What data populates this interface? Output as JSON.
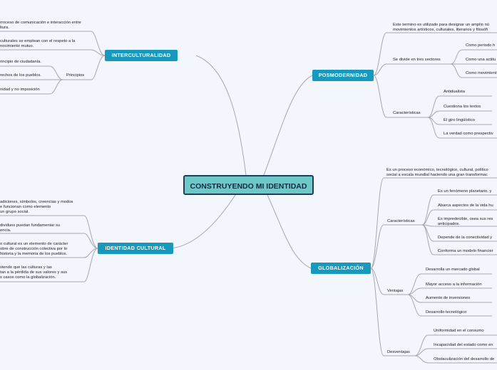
{
  "central": "CONSTRUYENDO MI IDENTIDAD",
  "interculturalidad": {
    "title": "INTERCULTURALIDAD",
    "text1": [
      "rroceso de comunicación e interacción entre",
      "ltura."
    ],
    "text2": [
      "culturales se emplean con el respeto a la",
      "nocimiento mutuo."
    ],
    "principios_label": "Principios",
    "principios": [
      "rincipio de ciudadanía.",
      "rechos de los pueblos.",
      "nidad y no imposición"
    ]
  },
  "identidad": {
    "title": "IDENTIDAD CULTURAL",
    "text1": [
      "adiciones, símbolos, creencias y modos",
      "e funcionan como elemento",
      "un grupo social."
    ],
    "text2": [
      "dividuos puedan fundamentar su",
      "encia."
    ],
    "text3": [
      "o cultural es un elemento de carácter",
      "obre de construcción colectiva por lo",
      "historia y la memoria de los pueblos."
    ],
    "text4": [
      "viendo que las culturas y las",
      "tan a la pérdida de sus valores y sus",
      "s casos como la globalización."
    ]
  },
  "posmodernidad": {
    "title": "POSMODERNIDAD",
    "intro": [
      "Este termino es utilizado para designar un amplio nú",
      "movimientos artísticos, culturales, literarios y filosófi"
    ],
    "sectores_label": "Se divide en tres sectores",
    "sectores": [
      "Como periodo h",
      "Como una actitu",
      "Como movimient"
    ],
    "caract_label": "Características",
    "caracteristicas": [
      "Antidualista",
      "Cuestiona los textos",
      "El giro lingüístico",
      "La verdad como prespectiv"
    ]
  },
  "globalizacion": {
    "title": "GLOBALIZACIÓN",
    "intro": [
      "Es un proceso económico, tecnológico, cultural, político",
      "social a escala mundial haciendo una gran transformac"
    ],
    "caract_label": "Características",
    "caracteristicas": [
      [
        "Es un fenómeno planetario, y"
      ],
      [
        "Abarca aspectos de la vida hu"
      ],
      [
        "Es impredecible, osea sus res",
        "anticipados."
      ],
      [
        "Depende de la conectividad y"
      ],
      [
        "Conforma un modelo financier"
      ]
    ],
    "ventajas_label": "Ventajas",
    "ventajas": [
      "Desarrolla un mercado global",
      "Mayor acceso a la información",
      "Aumento de inversiones",
      "Desarrollo tecnológico"
    ],
    "desventajas_label": "Desventajas",
    "desventajas": [
      "Uniformidad en el consumo",
      "Incapacidad del estado como en",
      "Obstaculización del desarrollo de"
    ]
  },
  "colors": {
    "main": "#1699bc",
    "central": "#6cc9c7",
    "central_border": "#1d3e63",
    "line": "#a7a7b3",
    "background": "#f3f6fc"
  }
}
